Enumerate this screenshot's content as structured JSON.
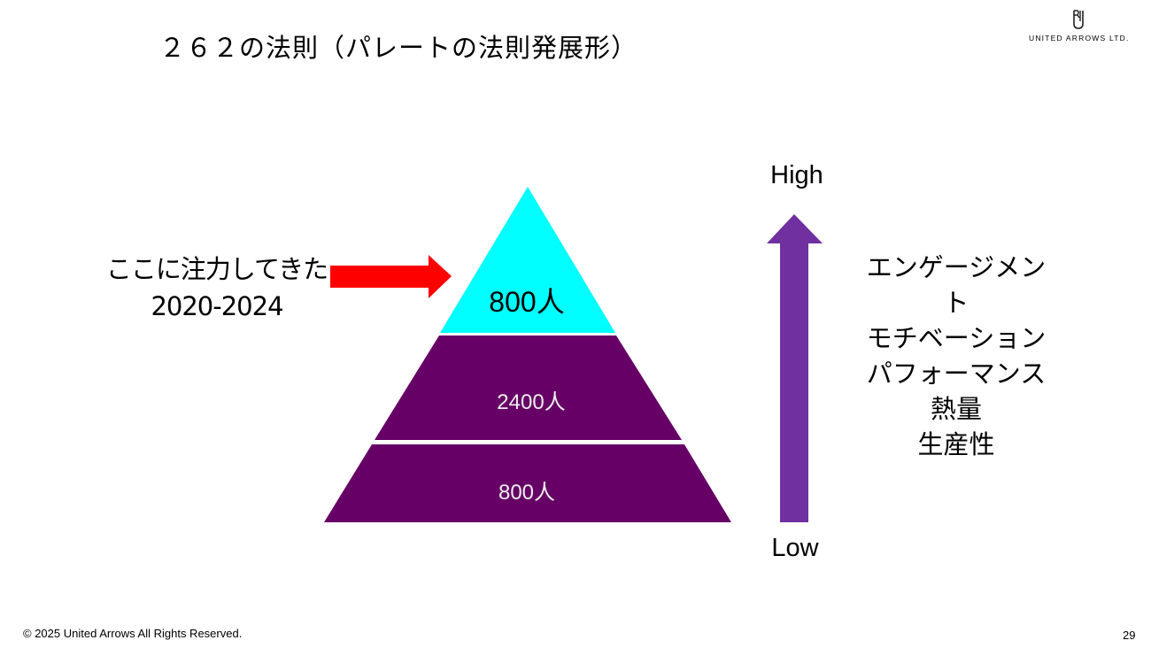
{
  "title": "２６２の法則（パレートの法則発展形）",
  "logo": {
    "text": "UNITED ARROWS LTD."
  },
  "pyramid": {
    "levels": [
      {
        "label": "800人",
        "color": "#00FFFF"
      },
      {
        "label": "2400人",
        "color": "#660066"
      },
      {
        "label": "800人",
        "color": "#660066"
      }
    ]
  },
  "focus_note": {
    "line1": "ここに注力してきた",
    "line2": "2020-2024",
    "arrow_color": "#FF0000"
  },
  "scale": {
    "high": "High",
    "low": "Low",
    "arrow_color": "#7030A0"
  },
  "metrics": [
    "エンゲージメント",
    "モチベーション",
    "パフォーマンス",
    "熱量",
    "生産性"
  ],
  "footer": {
    "copyright": "© 2025 United Arrows All Rights Reserved.",
    "page": "29"
  }
}
